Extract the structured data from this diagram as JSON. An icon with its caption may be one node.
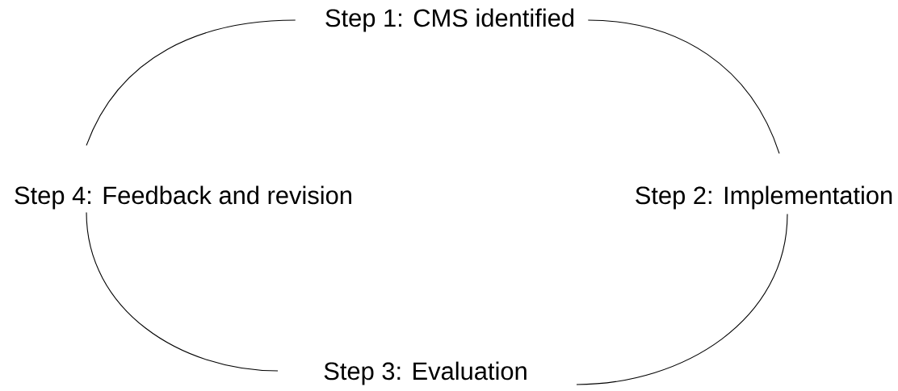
{
  "diagram": {
    "nodes": [
      {
        "text": [
          "Step 1: CMS identified"
        ]
      },
      {
        "text": [
          "Step 2: Implementation"
        ]
      },
      {
        "text": [
          "Step 3: Evaluation"
        ]
      },
      {
        "text": [
          "Step 4: Feedback and revision"
        ]
      }
    ],
    "edges": [
      {
        "from": 0,
        "to": 1,
        "arrow": "none"
      },
      {
        "from": 1,
        "to": 2,
        "arrow": "none"
      },
      {
        "from": 2,
        "to": 3,
        "arrow": "none"
      },
      {
        "from": 3,
        "to": 0,
        "arrow": "none"
      }
    ]
  }
}
